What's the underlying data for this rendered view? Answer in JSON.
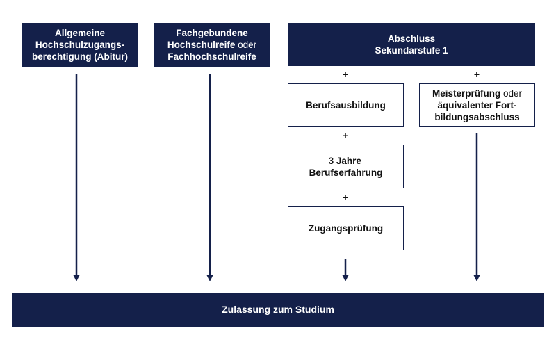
{
  "colors": {
    "dark_box": "#14204a",
    "arrow": "#14204a"
  },
  "boxes": {
    "abitur": [
      "Allgemeine",
      "Hochschulzugangs-",
      "berechtigung (Abitur)"
    ],
    "fachgebunden": {
      "line1": "Fachgebundene",
      "line2a": "Hochschulreife",
      "line2b": " oder",
      "line3": "Fachhochschulreife"
    },
    "sek1": [
      "Abschluss",
      "Sekundarstufe 1"
    ],
    "berufsausbildung": "Berufsausbildung",
    "meister": {
      "line1a": "Meisterprüfung",
      "line1b": " oder",
      "line2": "äquivalenter Fort-",
      "line3": "bildungsabschluss"
    },
    "erfahrung": [
      "3 Jahre",
      "Berufserfahrung"
    ],
    "zugang": "Zugangsprüfung",
    "zulassung": "Zulassung zum Studium"
  },
  "plus_sign": "+"
}
